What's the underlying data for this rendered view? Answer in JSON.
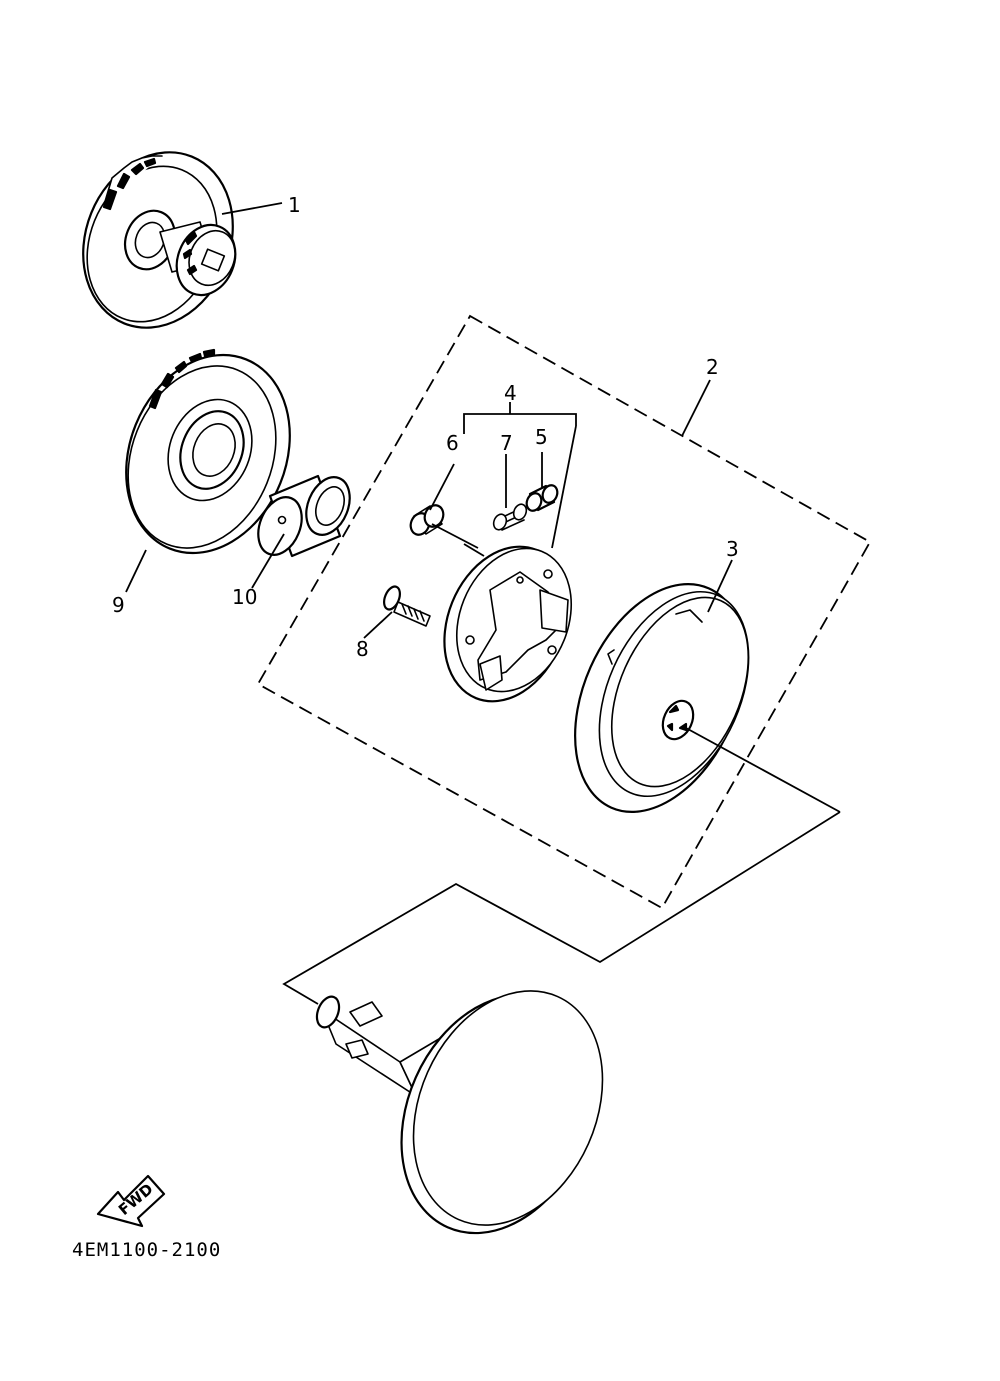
{
  "diagram": {
    "callouts": [
      {
        "id": "c1",
        "text": "1"
      },
      {
        "id": "c2",
        "text": "2"
      },
      {
        "id": "c3",
        "text": "3"
      },
      {
        "id": "c4",
        "text": "4"
      },
      {
        "id": "c5",
        "text": "5"
      },
      {
        "id": "c6",
        "text": "6"
      },
      {
        "id": "c7",
        "text": "7"
      },
      {
        "id": "c8",
        "text": "8"
      },
      {
        "id": "c9",
        "text": "9"
      },
      {
        "id": "c10",
        "text": "10"
      }
    ],
    "fwd_label": "FWD",
    "part_code": "4EM1100-2100"
  }
}
